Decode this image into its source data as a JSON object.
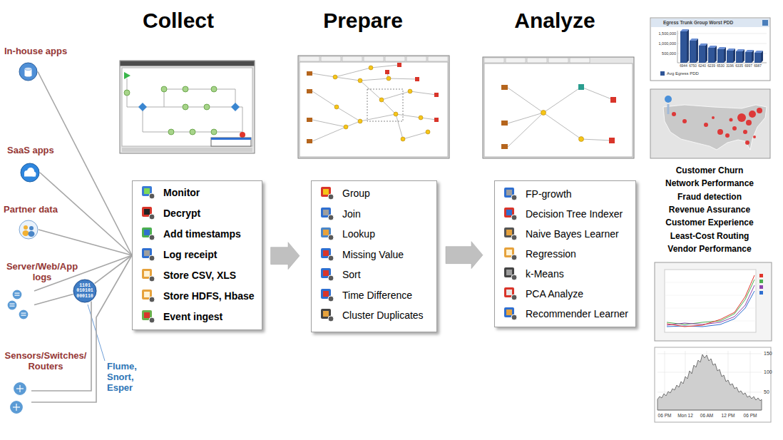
{
  "diagram": {
    "nodes": [
      {
        "text": [
          "In-house apps"
        ]
      },
      {
        "text": [
          "SaaS apps"
        ]
      },
      {
        "text": [
          "Partner data"
        ]
      },
      {
        "text": [
          "Server/Web/App logs"
        ]
      },
      {
        "text": [
          "Sensors/Switches/ Routers"
        ]
      },
      {
        "text": [
          "1101 010101 000110"
        ]
      },
      {
        "text": [
          "Monitor",
          "Decrypt",
          "Add timestamps",
          "Log receipt",
          "Store CSV, XLS",
          "Store HDFS, Hbase",
          "Event ingest"
        ]
      },
      {
        "text": [
          "Group",
          "Join",
          "Lookup",
          "Missing Value",
          "Sort",
          "Time Difference",
          "Cluster Duplicates"
        ]
      },
      {
        "text": [
          "FP-growth",
          "Decision Tree Indexer",
          "Naive Bayes Learner",
          "Regression",
          "k-Means",
          "PCA Analyze",
          "Recommender Learner"
        ]
      }
    ],
    "edges": [
      {
        "from": 0,
        "to": 6,
        "arrow": "none"
      },
      {
        "from": 1,
        "to": 6,
        "arrow": "none"
      },
      {
        "from": 2,
        "to": 6,
        "arrow": "none"
      },
      {
        "from": 3,
        "to": 5,
        "arrow": "none"
      },
      {
        "from": 3,
        "to": 6,
        "arrow": "none"
      },
      {
        "from": 4,
        "to": 5,
        "arrow": "none"
      },
      {
        "from": 4,
        "to": 6,
        "arrow": "none"
      },
      {
        "from": 5,
        "to": 6,
        "arrow": "none"
      },
      {
        "from": 6,
        "to": 7,
        "arrow": "to"
      },
      {
        "from": 7,
        "to": 8,
        "arrow": "to"
      }
    ],
    "labels": [
      "Collect",
      "Prepare",
      "Analyze",
      "Flume, Snort, Esper",
      "Egress Trunk Group Worst PDD",
      "1,500,000",
      "1,000,000",
      "500,000",
      "6944",
      "6750",
      "6240",
      "6239",
      "6530",
      "3196",
      "6335",
      "6997",
      "6987",
      "Customer Churn",
      "Network Performance",
      "Fraud detection",
      "Revenue Assurance",
      "Customer Experience",
      "Least-Cost Routing",
      "Vendor Performance",
      "150",
      "100",
      "50",
      "06 PM",
      "Mon 12",
      "06 AM",
      "12 PM",
      "06 PM"
    ],
    "legend": [
      {
        "text": "Avg Egress PDD",
        "color": "#2f5597"
      }
    ]
  }
}
